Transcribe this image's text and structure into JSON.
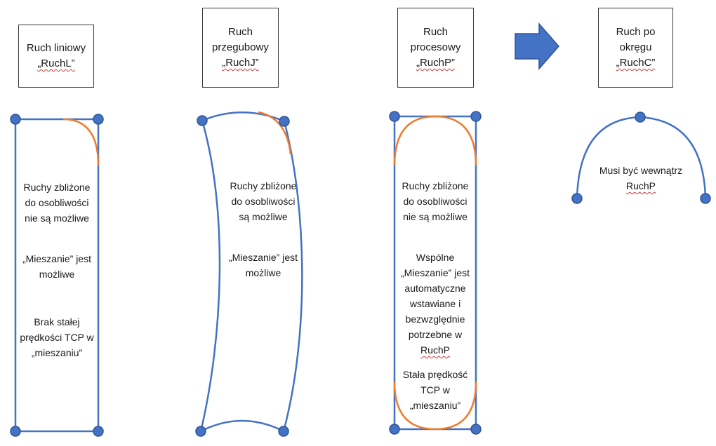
{
  "colors": {
    "blue": "#4472c4",
    "orange": "#ed7d31",
    "node": "#4472c4",
    "node_stroke": "#2f5597"
  },
  "boxes": {
    "linear": {
      "line1": "Ruch liniowy",
      "line2": "„RuchL”"
    },
    "joint": {
      "line1": "Ruch",
      "line2": "przegubowy",
      "line3": "„RuchJ”"
    },
    "process": {
      "line1": "Ruch",
      "line2": "procesowy",
      "line3": "„RuchP”"
    },
    "circle": {
      "line1": "Ruch po",
      "line2": "okręgu",
      "line3": "„RuchC”"
    }
  },
  "arrow": {
    "icon": "right-arrow-icon"
  },
  "linear_panel": {
    "t1": "Ruchy zbliżone",
    "t2": "do osobliwości",
    "t3": "nie są możliwe",
    "t4": "„Mieszanie” jest",
    "t5": "możliwe",
    "t6": "Brak stałej",
    "t7": "prędkości TCP w",
    "t8": "„mieszaniu”"
  },
  "joint_panel": {
    "t1": "Ruchy zbliżone",
    "t2": "do osobliwości",
    "t3": "są możliwe",
    "t4": "„Mieszanie” jest",
    "t5": "możliwe"
  },
  "process_panel": {
    "t1": "Ruchy zbliżone",
    "t2": "do osobliwości",
    "t3": "nie są możliwe",
    "t4": "Wspólne",
    "t5": "„Mieszanie” jest",
    "t6": "automatyczne",
    "t7": "wstawiane i",
    "t8": "bezwzględnie",
    "t9a": "potrzebne w ",
    "t9b": "RuchP",
    "t10": "Stała prędkość",
    "t11": "TCP w",
    "t12": "„mieszaniu”"
  },
  "circle_panel": {
    "t1": "Musi być wewnątrz",
    "t2": "RuchP"
  }
}
